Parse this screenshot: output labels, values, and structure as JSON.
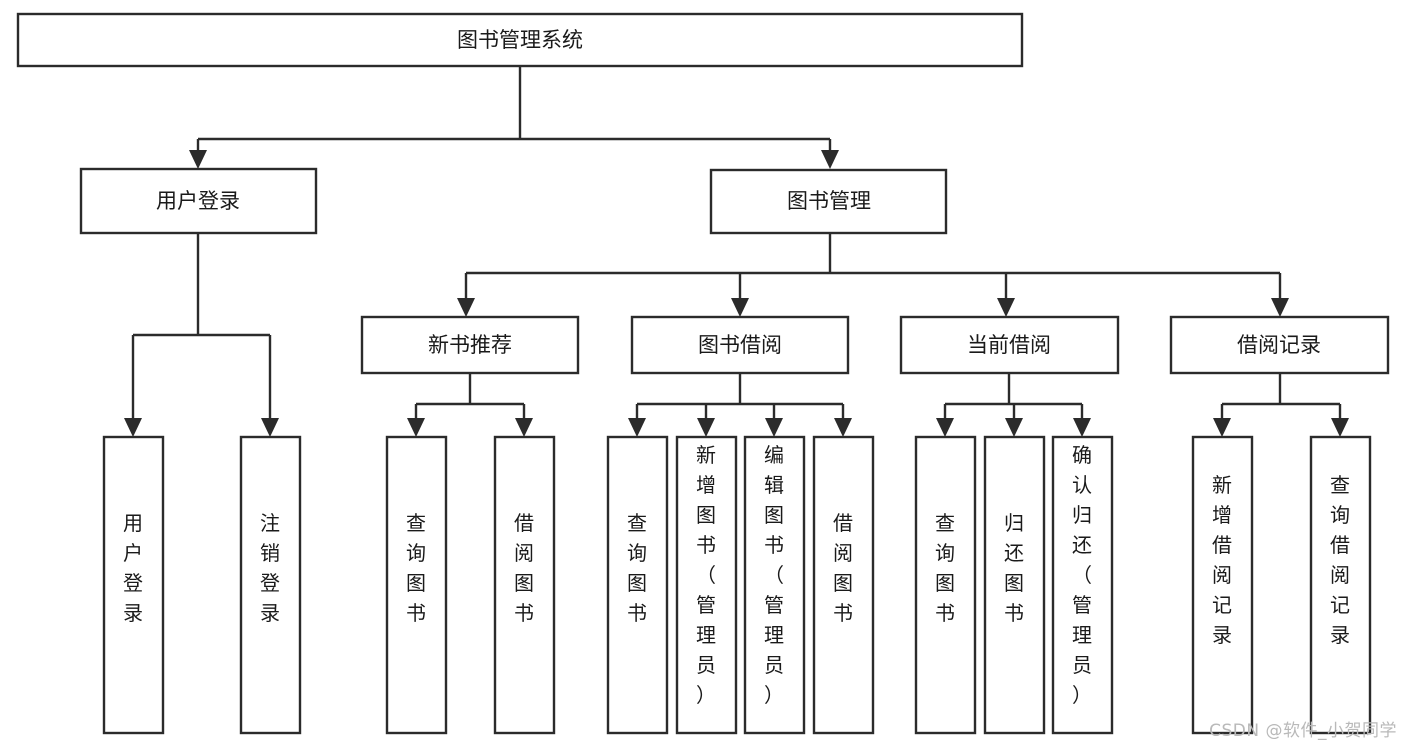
{
  "diagram": {
    "title": "图书管理系统",
    "type": "tree-hierarchy",
    "watermark": "CSDN @软件_小贺同学",
    "colors": {
      "stroke": "#2b2b2b",
      "fill": "#ffffff",
      "text": "#1a1a1a",
      "watermark": "#b9b9b9",
      "background": "#ffffff"
    },
    "levels": {
      "root": "图书管理系统",
      "level2": [
        "用户登录",
        "图书管理"
      ],
      "level3": [
        "新书推荐",
        "图书借阅",
        "当前借阅",
        "借阅记录"
      ]
    },
    "nodes": {
      "root": {
        "label": "图书管理系统",
        "orientation": "horizontal"
      },
      "user_login": {
        "label": "用户登录",
        "orientation": "horizontal"
      },
      "book_manage": {
        "label": "图书管理",
        "orientation": "horizontal"
      },
      "new_book_rec": {
        "label": "新书推荐",
        "orientation": "horizontal"
      },
      "book_borrow": {
        "label": "图书借阅",
        "orientation": "horizontal"
      },
      "current_borrow": {
        "label": "当前借阅",
        "orientation": "horizontal"
      },
      "borrow_record": {
        "label": "借阅记录",
        "orientation": "horizontal"
      },
      "leaf_user_login": {
        "label": "用户登录",
        "orientation": "vertical"
      },
      "leaf_logout": {
        "label": "注销登录",
        "orientation": "vertical"
      },
      "leaf_rec_query": {
        "label": "查询图书",
        "orientation": "vertical"
      },
      "leaf_rec_borrow": {
        "label": "借阅图书",
        "orientation": "vertical"
      },
      "leaf_borrow_query": {
        "label": "查询图书",
        "orientation": "vertical"
      },
      "leaf_add_book": {
        "label": "新增图书（管理员）",
        "orientation": "vertical"
      },
      "leaf_edit_book": {
        "label": "编辑图书（管理员）",
        "orientation": "vertical"
      },
      "leaf_borrow_book": {
        "label": "借阅图书",
        "orientation": "vertical"
      },
      "leaf_cur_query": {
        "label": "查询图书",
        "orientation": "vertical"
      },
      "leaf_return_book": {
        "label": "归还图书",
        "orientation": "vertical"
      },
      "leaf_confirm_return": {
        "label": "确认归还（管理员）",
        "orientation": "vertical"
      },
      "leaf_add_record": {
        "label": "新增借阅记录",
        "orientation": "vertical"
      },
      "leaf_query_record": {
        "label": "查询借阅记录",
        "orientation": "vertical"
      }
    },
    "edges": [
      {
        "from": "root",
        "to": "user_login"
      },
      {
        "from": "root",
        "to": "book_manage"
      },
      {
        "from": "user_login",
        "to": "leaf_user_login"
      },
      {
        "from": "user_login",
        "to": "leaf_logout"
      },
      {
        "from": "book_manage",
        "to": "new_book_rec"
      },
      {
        "from": "book_manage",
        "to": "book_borrow"
      },
      {
        "from": "book_manage",
        "to": "current_borrow"
      },
      {
        "from": "book_manage",
        "to": "borrow_record"
      },
      {
        "from": "new_book_rec",
        "to": "leaf_rec_query"
      },
      {
        "from": "new_book_rec",
        "to": "leaf_rec_borrow"
      },
      {
        "from": "book_borrow",
        "to": "leaf_borrow_query"
      },
      {
        "from": "book_borrow",
        "to": "leaf_add_book"
      },
      {
        "from": "book_borrow",
        "to": "leaf_edit_book"
      },
      {
        "from": "book_borrow",
        "to": "leaf_borrow_book"
      },
      {
        "from": "current_borrow",
        "to": "leaf_cur_query"
      },
      {
        "from": "current_borrow",
        "to": "leaf_return_book"
      },
      {
        "from": "current_borrow",
        "to": "leaf_confirm_return"
      },
      {
        "from": "borrow_record",
        "to": "leaf_add_record"
      },
      {
        "from": "borrow_record",
        "to": "leaf_query_record"
      }
    ]
  }
}
